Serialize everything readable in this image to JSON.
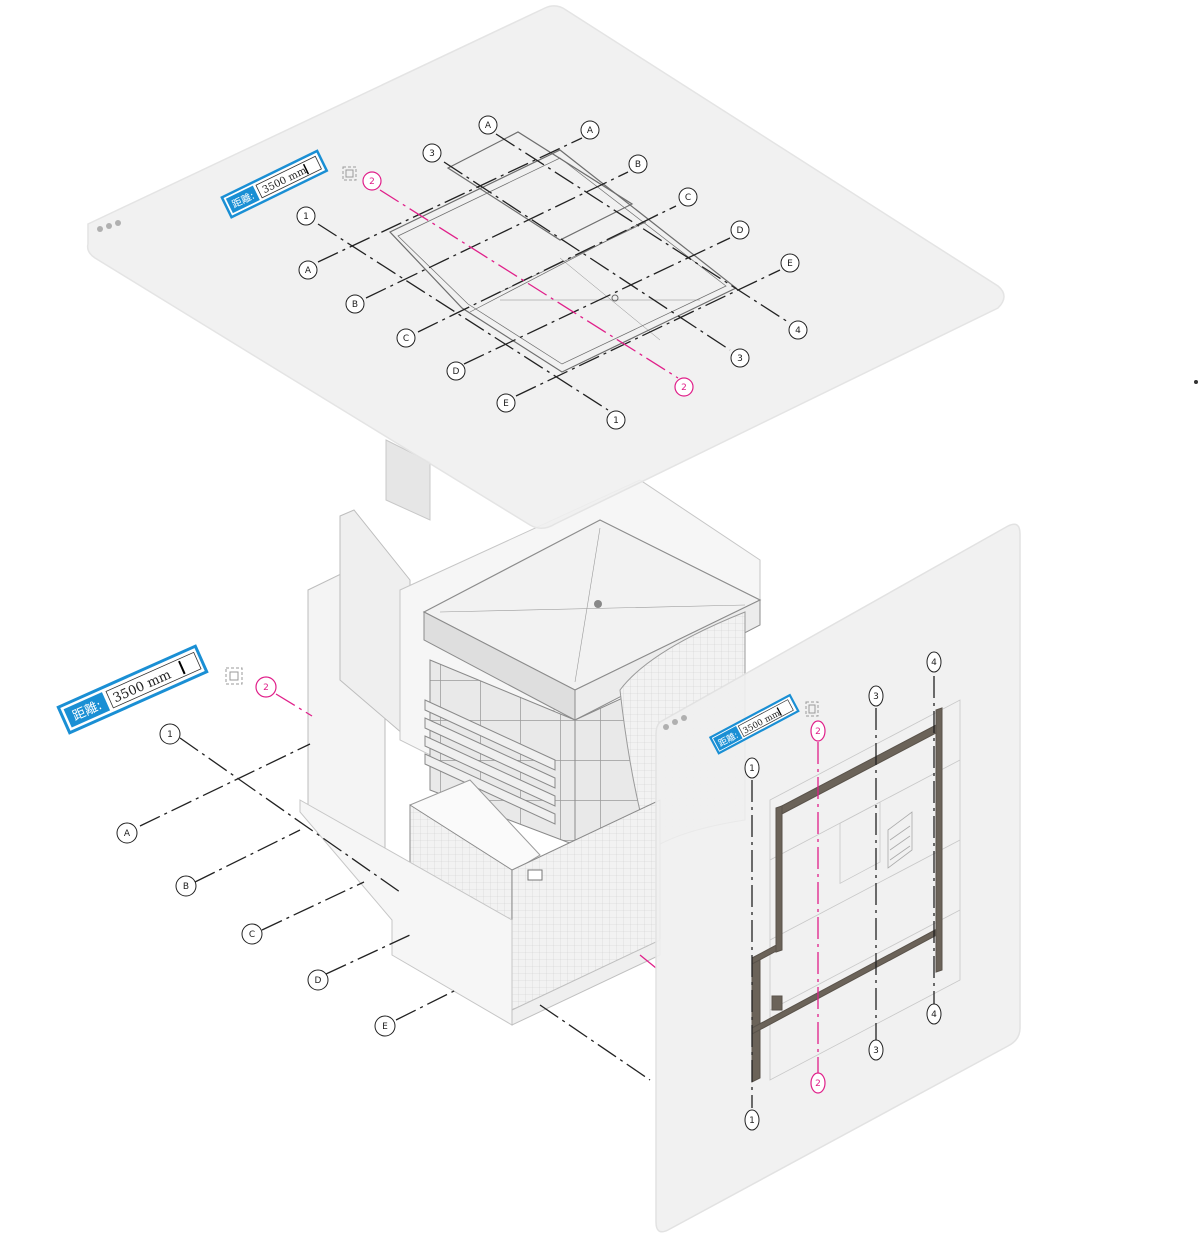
{
  "distance_fields": [
    {
      "id": "top",
      "label": "距離:",
      "value": "3500 mm"
    },
    {
      "id": "left",
      "label": "距離:",
      "value": "3500 mm"
    },
    {
      "id": "right",
      "label": "距離:",
      "value": "3500 mm"
    }
  ],
  "grid_letters": [
    "A",
    "B",
    "C",
    "D",
    "E"
  ],
  "grid_numbers": [
    "1",
    "2",
    "3",
    "4"
  ],
  "active_grid": "2",
  "colors": {
    "accent_blue": "#1a8fd4",
    "active_grid_magenta": "#e0208a",
    "grid_line": "#222222",
    "panel_fill": "#f1f1f1",
    "panel_edge": "#e2e2e2",
    "wall_dark": "#6b6359"
  },
  "icons": [
    "more-dots-icon",
    "move-handle-icon"
  ]
}
